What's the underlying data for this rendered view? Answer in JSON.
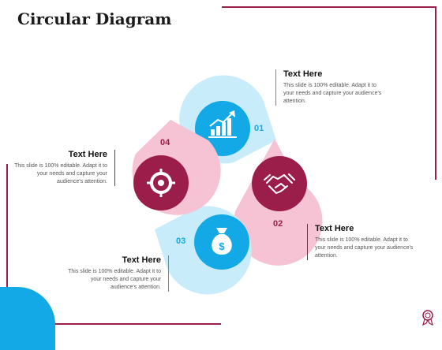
{
  "title": "Circular Diagram",
  "colors": {
    "pink_light": "#f5c3d3",
    "blue_light": "#c9ecfa",
    "maroon": "#9b1d4a",
    "blue": "#12a9e6"
  },
  "items": [
    {
      "number": "01",
      "heading": "Text Here",
      "body": "This slide is 100% editable. Adapt it to your needs and capture your audience's attention.",
      "icon": "growth-chart-icon"
    },
    {
      "number": "02",
      "heading": "Text Here",
      "body": "This slide is 100% editable. Adapt it to your needs and capture your audience's attention.",
      "icon": "handshake-icon"
    },
    {
      "number": "03",
      "heading": "Text Here",
      "body": "This slide is 100% editable. Adapt it to your needs and capture your audience's attention.",
      "icon": "money-bag-icon"
    },
    {
      "number": "04",
      "heading": "Text Here",
      "body": "This slide is 100% editable. Adapt it to your needs and capture your audience's attention.",
      "icon": "target-icon"
    }
  ]
}
